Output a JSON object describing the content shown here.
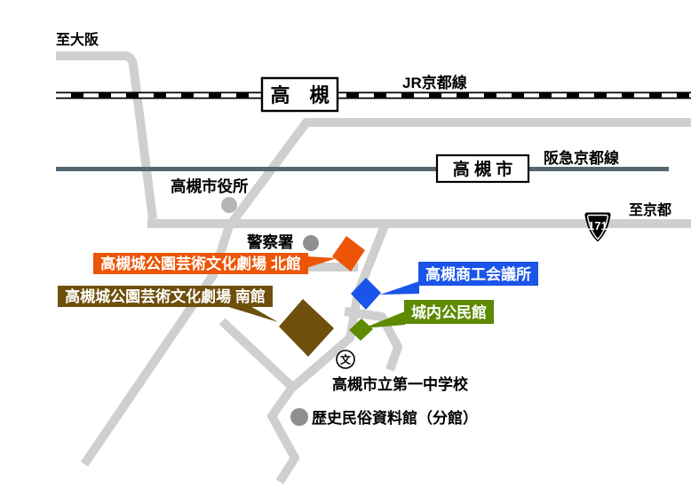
{
  "map": {
    "to_osaka": "至大阪",
    "to_kyoto": "至京都",
    "jr_line_label": "JR京都線",
    "jr_station": "高　槻",
    "hankyu_line_label": "阪急京都線",
    "hankyu_station": "高 槻 市",
    "city_hall": "高槻市役所",
    "police": "警察署",
    "route_number": "171",
    "theatre_north": "高槻城公園芸術文化劇場 北館",
    "theatre_south": "高槻城公園芸術文化劇場 南館",
    "chamber_of_commerce": "高槻商工会議所",
    "community_center": "城内公民館",
    "school_mark": "文",
    "school": "高槻市立第一中学校",
    "museum": "歴史民俗資料館（分館）"
  },
  "colors": {
    "north_hall": "#EB5505",
    "south_hall": "#6E4F0C",
    "chamber": "#1B54E8",
    "community": "#5E8A00",
    "road": "#CFCFCF",
    "jr_line": "#000000",
    "hankyu_line": "#566871",
    "marker_dark": "#8F8F8F",
    "marker_light": "#B5B5B5",
    "badge": "#000000"
  }
}
